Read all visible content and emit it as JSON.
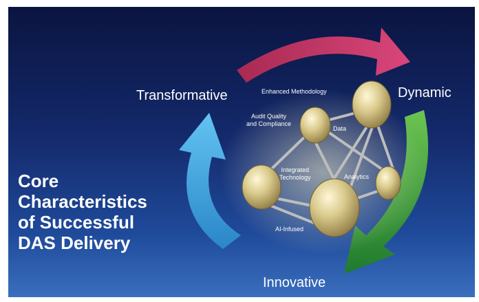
{
  "cycle_labels": {
    "top_left": "Transformative",
    "top_right": "Dynamic",
    "bottom": "Innovative"
  },
  "network_labels": {
    "enhanced_methodology": "Enhanced Methodology",
    "audit_quality_line1": "Audit Quality",
    "audit_quality_line2": "and Compliance",
    "data": "Data",
    "integrated_line1": "Integrated",
    "integrated_line2": "Technology",
    "analytics": "Analytics",
    "ai_infused": "AI-Infused"
  },
  "headline_lines": [
    "Core",
    "Characteristics",
    "of Successful",
    "DAS Delivery"
  ],
  "colors": {
    "arrow_top": "#c43a63",
    "arrow_right": "#2e9a3c",
    "arrow_left": "#3aa6e0",
    "node_fill": "#d8c98a"
  }
}
